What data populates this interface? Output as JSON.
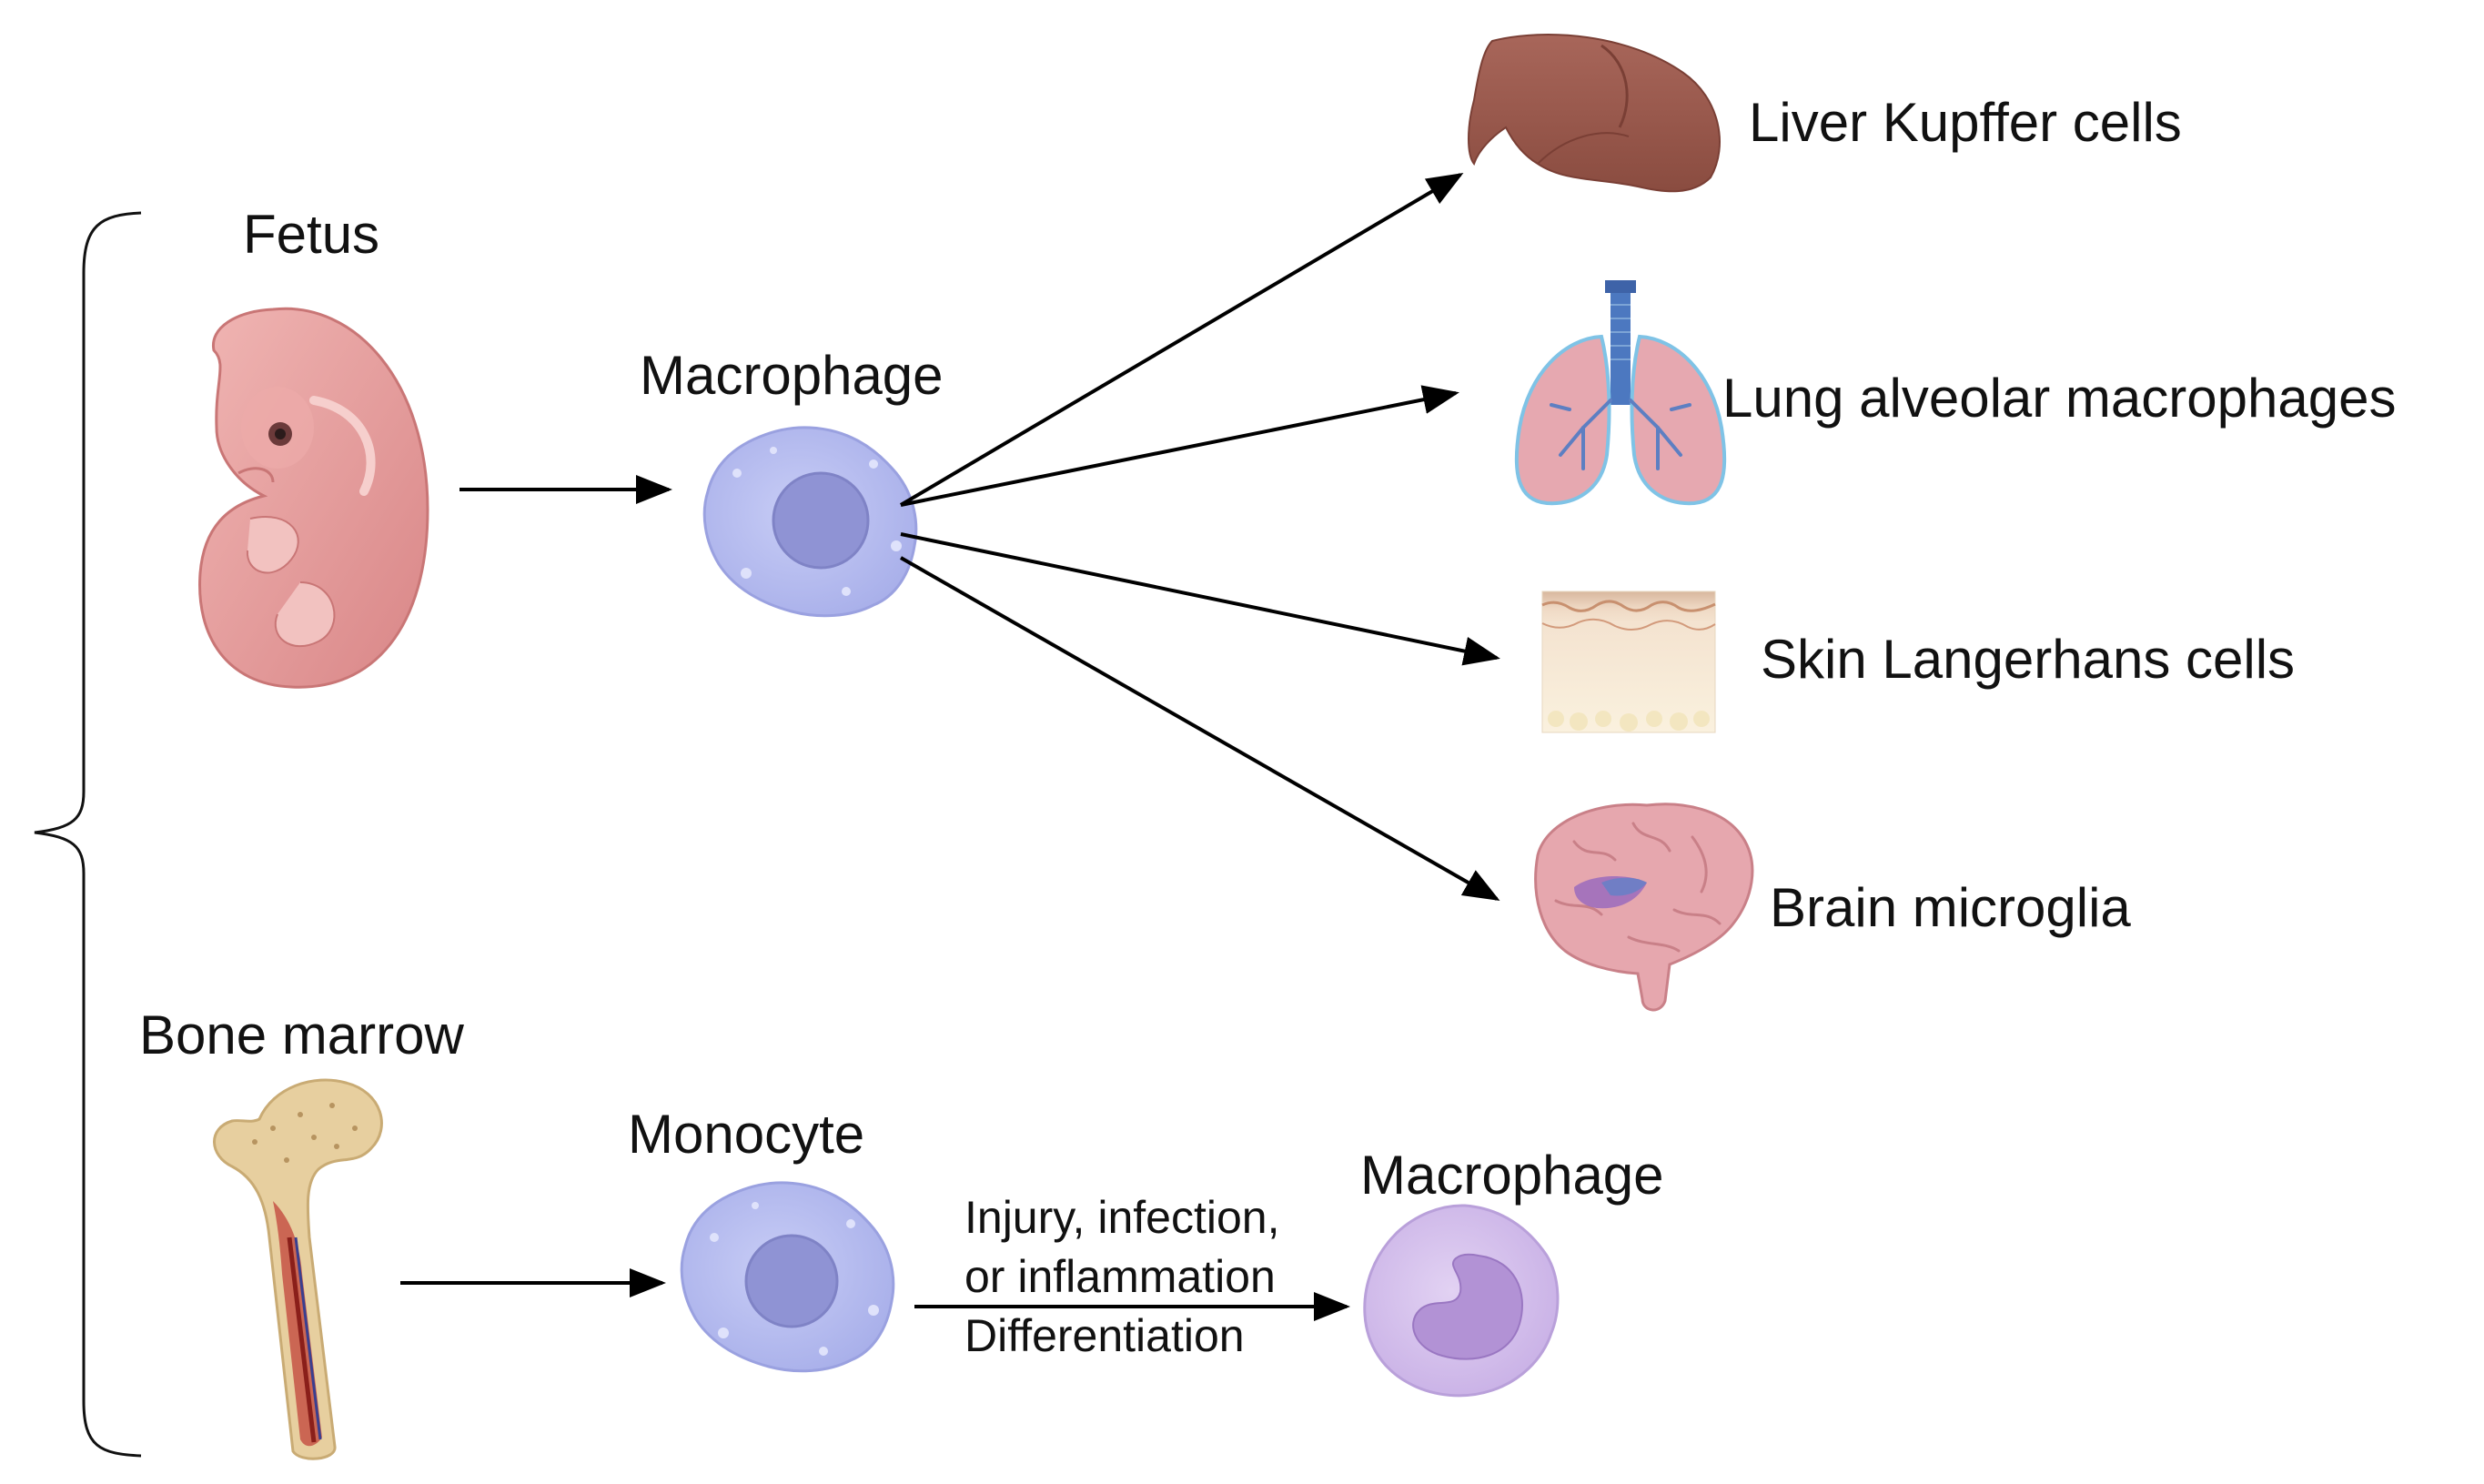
{
  "source": {
    "fetus_label": "Fetus",
    "bone_marrow_label": "Bone marrow"
  },
  "cells": {
    "fetal_macrophage_label": "Macrophage",
    "monocyte_label": "Monocyte",
    "derived_macrophage_label": "Macrophage"
  },
  "tissues": {
    "liver_label": "Liver Kupffer cells",
    "lung_label": "Lung alveolar macrophages",
    "skin_label": "Skin Langerhans cells",
    "brain_label": "Brain microglia"
  },
  "differentiation": {
    "line1": "Injury, infection,",
    "line2": "or inflammation",
    "line3": "Differentiation"
  },
  "colors": {
    "arrow": "#000000",
    "cell_fill": "#b9bff0",
    "cell_nucleus": "#8d8fd0",
    "macrophage_fill": "#d6c2ec",
    "macrophage_nucleus": "#b394d6",
    "fetus": "#e8a3a3",
    "liver": "#9a584a",
    "lung": "#e6a8b0",
    "lung_outline": "#7fc3e6",
    "trachea": "#4c78c0",
    "brain": "#e6a7ae",
    "bone": "#e6cfa0",
    "marrow_vessel": "#b5322c"
  }
}
